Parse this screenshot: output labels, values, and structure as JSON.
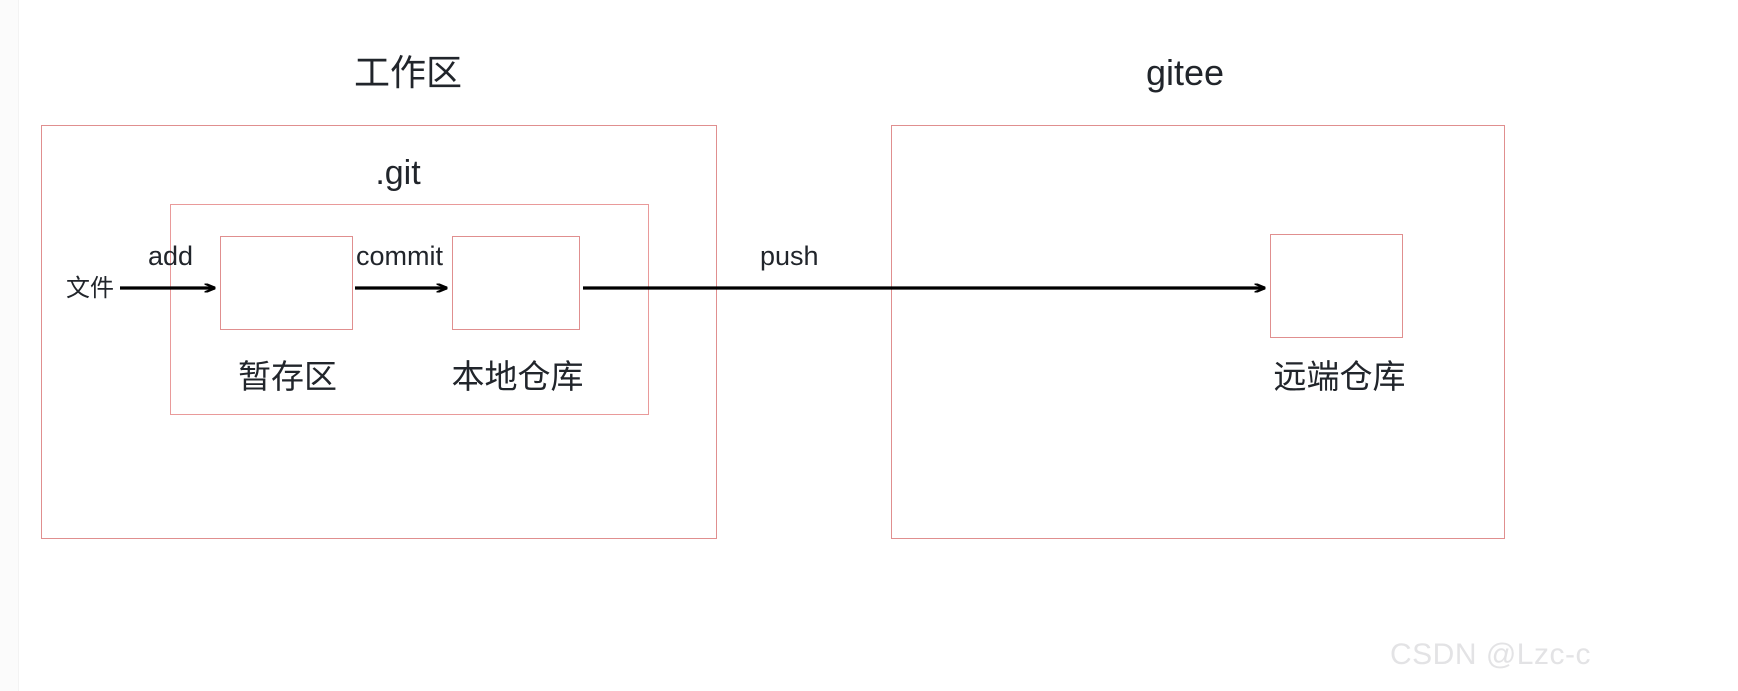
{
  "diagram": {
    "regions": [
      {
        "key": "workspace",
        "title": "工作区"
      },
      {
        "key": "gitee",
        "title": "gitee"
      }
    ],
    "inner_region_title": ".git",
    "nodes": [
      {
        "key": "staging",
        "label": "暂存区"
      },
      {
        "key": "local_repo",
        "label": "本地仓库"
      },
      {
        "key": "remote_repo",
        "label": "远端仓库"
      }
    ],
    "source_label": "文件",
    "edges": [
      {
        "key": "add",
        "label": "add",
        "from": "文件",
        "to": "暂存区"
      },
      {
        "key": "commit",
        "label": "commit",
        "from": "暂存区",
        "to": "本地仓库"
      },
      {
        "key": "push",
        "label": "push",
        "from": "本地仓库",
        "to": "远端仓库"
      }
    ]
  },
  "colors": {
    "region_border": "#e08f8f",
    "node_border": "#e08f8f",
    "arrow": "#000000",
    "text": "#21252b",
    "watermark": "#e3e3e5",
    "background": "#ffffff"
  },
  "watermark": {
    "text": "CSDN @Lzc-c"
  }
}
